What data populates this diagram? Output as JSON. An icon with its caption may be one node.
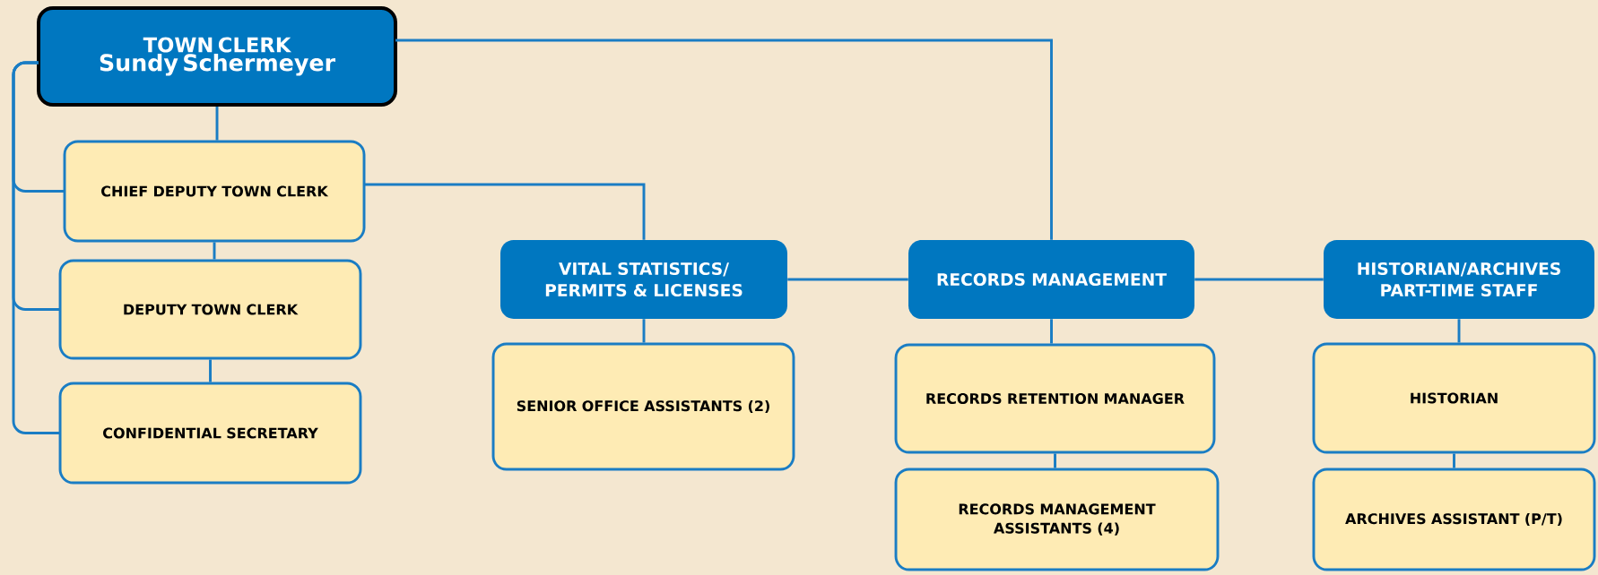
{
  "diagram": {
    "nodes": [
      {
        "text": [
          "TOWN CLERK",
          "Sundy Schermeyer"
        ]
      },
      {
        "text": [
          "CHIEF DEPUTY TOWN CLERK"
        ]
      },
      {
        "text": [
          "DEPUTY TOWN CLERK"
        ]
      },
      {
        "text": [
          "CONFIDENTIAL SECRETARY"
        ]
      },
      {
        "text": [
          "VITAL STATISTICS/ PERMITS & LICENSES"
        ]
      },
      {
        "text": [
          "SENIOR OFFICE ASSISTANTS (2)"
        ]
      },
      {
        "text": [
          "RECORDS MANAGEMENT"
        ]
      },
      {
        "text": [
          "RECORDS RETENTION MANAGER"
        ]
      },
      {
        "text": [
          "RECORDS MANAGEMENT ASSISTANTS (4)"
        ]
      },
      {
        "text": [
          "HISTORIAN/ARCHIVES PART-TIME STAFF"
        ]
      },
      {
        "text": [
          "HISTORIAN"
        ]
      },
      {
        "text": [
          "ARCHIVES ASSISTANT (P/T)"
        ]
      }
    ],
    "edges": [
      {
        "from": 0,
        "to": 1,
        "arrow": "none"
      },
      {
        "from": 1,
        "to": 2,
        "arrow": "none"
      },
      {
        "from": 2,
        "to": 3,
        "arrow": "none"
      },
      {
        "from": 0,
        "to": 1,
        "arrow": "none"
      },
      {
        "from": 0,
        "to": 2,
        "arrow": "none"
      },
      {
        "from": 0,
        "to": 3,
        "arrow": "none"
      },
      {
        "from": 1,
        "to": 4,
        "arrow": "none"
      },
      {
        "from": 0,
        "to": 6,
        "arrow": "none"
      },
      {
        "from": 4,
        "to": 6,
        "arrow": "none"
      },
      {
        "from": 6,
        "to": 9,
        "arrow": "none"
      },
      {
        "from": 4,
        "to": 5,
        "arrow": "none"
      },
      {
        "from": 6,
        "to": 7,
        "arrow": "none"
      },
      {
        "from": 7,
        "to": 8,
        "arrow": "none"
      },
      {
        "from": 9,
        "to": 10,
        "arrow": "none"
      },
      {
        "from": 10,
        "to": 11,
        "arrow": "none"
      }
    ]
  }
}
